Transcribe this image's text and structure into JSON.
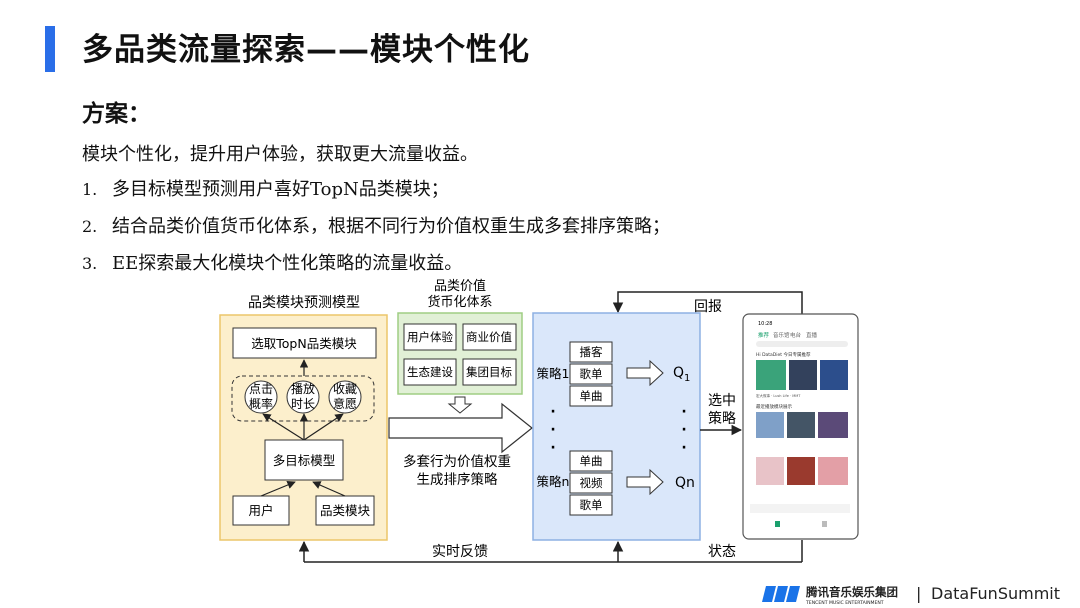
{
  "colors": {
    "accent": "#2a6ee8",
    "yellow_fill": "#fcefcc",
    "yellow_border": "#ecc66a",
    "green_fill": "#e1f0d6",
    "green_border": "#9fcd83",
    "blue_fill": "#dae7fa",
    "blue_border": "#8db0e3",
    "tme_logo": "#1a73e8"
  },
  "slide": {
    "title": "多品类流量探索——模块个性化",
    "plan_heading": "方案：",
    "summary": "模块个性化，提升用户体验，获取更大流量收益。",
    "items": [
      {
        "num": "1.",
        "pre": "多目标模型预测用户喜好",
        "en": "TopN",
        "post": "品类模块；"
      },
      {
        "num": "2.",
        "pre": "结合品类价值货币化体系，根据不同行为价值权重生成多套排序策略；",
        "en": "",
        "post": ""
      },
      {
        "num": "3.",
        "pre": "",
        "en": "EE",
        "post": "探索最大化模块个性化策略的流量收益。"
      }
    ]
  },
  "diagram": {
    "model_title": "品类模块预测模型",
    "select_topn": "选取TopN品类模块",
    "targets": [
      [
        "点击",
        "概率"
      ],
      [
        "播放",
        "时长"
      ],
      [
        "收藏",
        "意愿"
      ]
    ],
    "multi_model": "多目标模型",
    "inputs": [
      "用户",
      "品类模块"
    ],
    "value_title": [
      "品类价值",
      "货币化体系"
    ],
    "value_items": [
      "用户体验",
      "商业价值",
      "生态建设",
      "集团目标"
    ],
    "big_arrow_label": [
      "多套行为价值权重",
      "生成排序策略"
    ],
    "strategy1": "策略1",
    "strategy1_items": [
      "播客",
      "歌单",
      "单曲"
    ],
    "strategyn": "策略n",
    "strategyn_items": [
      "单曲",
      "视频",
      "歌单"
    ],
    "q1": "Q",
    "q1_sub": "1",
    "qn": "Qn",
    "select_label": [
      "选中",
      "策略"
    ],
    "feedback_top": "回报",
    "feedback_realtime": "实时反馈",
    "feedback_state": "状态",
    "dots": "·",
    "phone": {
      "time": "10:28",
      "tabs": [
        "推荐",
        "音乐馆",
        "电台",
        "直播"
      ],
      "section1": "Hi DataDiet 今日专属推荐",
      "section2": "最近播放模块展示",
      "caption_row": [
        "宏大叙事 · Lush Life · MMT",
        "",
        ""
      ]
    }
  },
  "footer": {
    "logo_mark": "TME",
    "company_cn": "腾讯音乐娱乐集团",
    "company_en": "TENCENT MUSIC ENTERTAINMENT",
    "divider": "|",
    "summit": "DataFunSummit"
  }
}
